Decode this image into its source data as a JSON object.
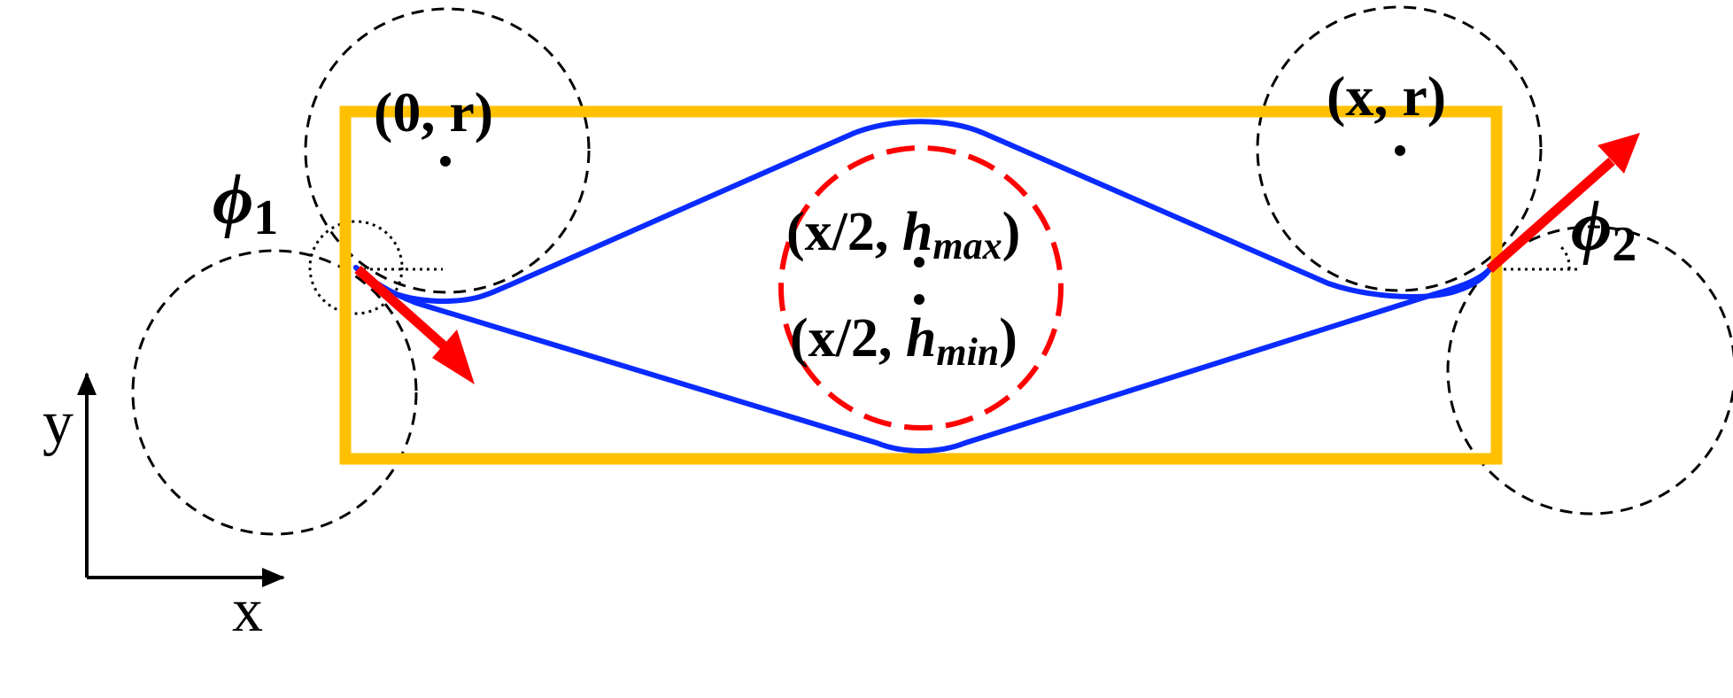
{
  "labels": {
    "point_left": "(0, r)",
    "point_right": "(x, r)",
    "phi1": {
      "base": "ϕ",
      "sub": "1"
    },
    "phi2": {
      "base": "ϕ",
      "sub": "2"
    },
    "hmax": {
      "pre": "(x/2, ",
      "base": "h",
      "sub": "max",
      "post": ")"
    },
    "hmin": {
      "pre": "(x/2, ",
      "base": "h",
      "sub": "min",
      "post": ")"
    },
    "axis_x": "x",
    "axis_y": "y"
  },
  "colors": {
    "frame": "#FFC000",
    "curve": "#0A2BFF",
    "arrow": "#FF0000",
    "dashed_circle": "#FF0000",
    "guide": "#000000"
  }
}
